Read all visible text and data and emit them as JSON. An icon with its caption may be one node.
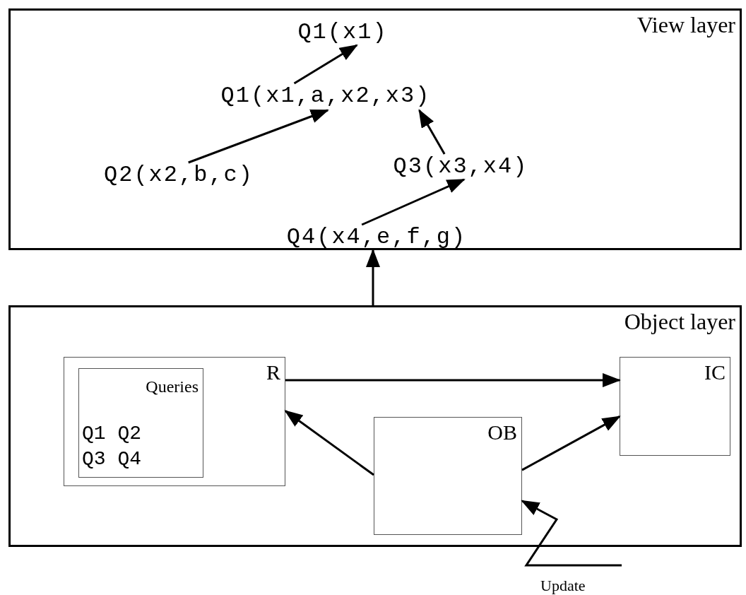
{
  "diagram": {
    "nodes": [
      {
        "text": [
          "View layer"
        ]
      },
      {
        "text": [
          "Q1(x1)"
        ],
        "in": 0
      },
      {
        "text": [
          "Q1(x1,a,x2,x3)"
        ],
        "in": 0
      },
      {
        "text": [
          "Q2(x2,b,c)"
        ],
        "in": 0
      },
      {
        "text": [
          "Q3(x3,x4)"
        ],
        "in": 0
      },
      {
        "text": [
          "Q4(x4,e,f,g)"
        ],
        "in": 0
      },
      {
        "text": [
          "Object layer"
        ]
      },
      {
        "text": [
          "R"
        ],
        "in": 6
      },
      {
        "text": [
          "Queries",
          "Q1 Q2",
          "Q3 Q4"
        ],
        "in": 7
      },
      {
        "text": [
          "IC"
        ],
        "in": 6
      },
      {
        "text": [
          "OB"
        ],
        "in": 6
      },
      {
        "text": [
          "Update"
        ]
      }
    ],
    "edges": [
      {
        "from": 2,
        "to": 1,
        "arrow": "to"
      },
      {
        "from": 3,
        "to": 2,
        "arrow": "to"
      },
      {
        "from": 4,
        "to": 2,
        "arrow": "to"
      },
      {
        "from": 5,
        "to": 4,
        "arrow": "to"
      },
      {
        "from": 6,
        "to": 0,
        "arrow": "to"
      },
      {
        "from": 7,
        "to": 9,
        "arrow": "to"
      },
      {
        "from": 10,
        "to": 7,
        "arrow": "to"
      },
      {
        "from": 10,
        "to": 9,
        "arrow": "to"
      },
      {
        "from": 11,
        "to": 10,
        "arrow": "to"
      }
    ]
  }
}
